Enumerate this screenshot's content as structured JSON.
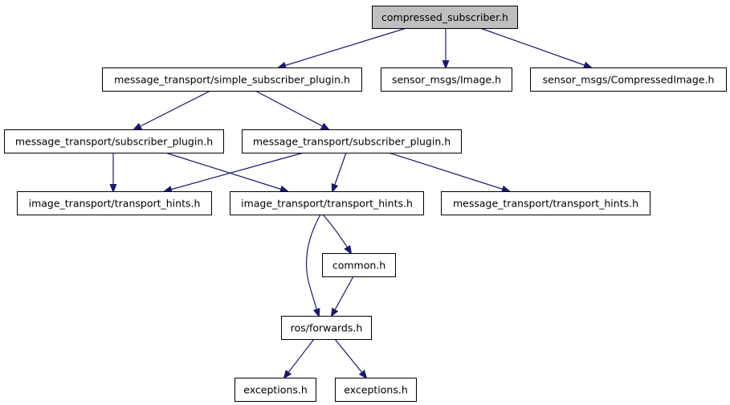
{
  "graph": {
    "colors": {
      "root_fill": "#bfbfbf",
      "node_fill": "#ffffff",
      "node_border": "#000000",
      "edge": "#191970"
    },
    "nodes": [
      {
        "id": "n0",
        "label": "compressed_subscriber.h",
        "root": true
      },
      {
        "id": "n1",
        "label": "message_transport/simple_subscriber_plugin.h"
      },
      {
        "id": "n2",
        "label": "sensor_msgs/Image.h"
      },
      {
        "id": "n3",
        "label": "sensor_msgs/CompressedImage.h"
      },
      {
        "id": "n4",
        "label": "message_transport/subscriber_plugin.h"
      },
      {
        "id": "n5",
        "label": "message_transport/subscriber_plugin.h"
      },
      {
        "id": "n6",
        "label": "image_transport/transport_hints.h"
      },
      {
        "id": "n7",
        "label": "image_transport/transport_hints.h"
      },
      {
        "id": "n8",
        "label": "message_transport/transport_hints.h"
      },
      {
        "id": "n9",
        "label": "common.h"
      },
      {
        "id": "n10",
        "label": "ros/forwards.h"
      },
      {
        "id": "n11",
        "label": "exceptions.h"
      },
      {
        "id": "n12",
        "label": "exceptions.h"
      }
    ],
    "edges": [
      {
        "from": "n0",
        "to": "n1"
      },
      {
        "from": "n0",
        "to": "n2"
      },
      {
        "from": "n0",
        "to": "n3"
      },
      {
        "from": "n1",
        "to": "n4"
      },
      {
        "from": "n1",
        "to": "n5"
      },
      {
        "from": "n4",
        "to": "n6"
      },
      {
        "from": "n4",
        "to": "n7"
      },
      {
        "from": "n5",
        "to": "n6"
      },
      {
        "from": "n5",
        "to": "n7"
      },
      {
        "from": "n5",
        "to": "n8"
      },
      {
        "from": "n7",
        "to": "n9"
      },
      {
        "from": "n7",
        "to": "n10"
      },
      {
        "from": "n9",
        "to": "n10"
      },
      {
        "from": "n10",
        "to": "n11"
      },
      {
        "from": "n10",
        "to": "n12"
      }
    ]
  }
}
